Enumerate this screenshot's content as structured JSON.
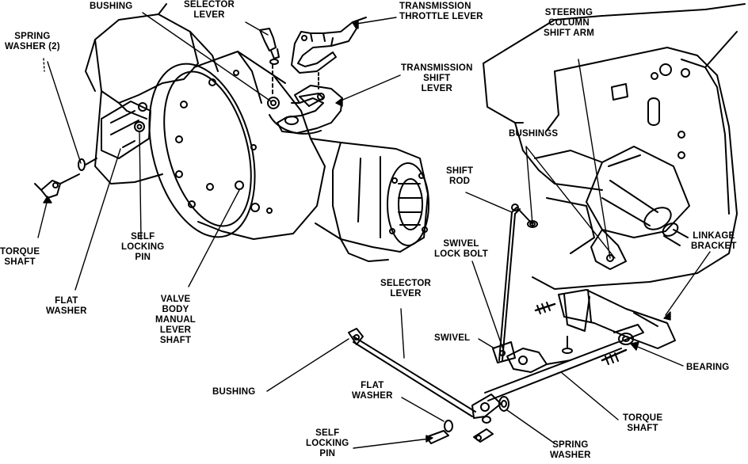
{
  "labels": {
    "bushing_top": "BUSHING",
    "selector_lever_top": "SELECTOR\nLEVER",
    "transmission_throttle_lever": "TRANSMISSION\nTHROTTLE LEVER",
    "steering_column_shift_arm": "STEERING\nCOLUMN\nSHIFT ARM",
    "spring_washer_left": "SPRING\nWASHER (2)",
    "transmission_shift_lever": "TRANSMISSION\nSHIFT\nLEVER",
    "bushings": "BUSHINGS",
    "shift_rod": "SHIFT\nROD",
    "torque_shaft_left": "TORQUE\nSHAFT",
    "self_locking_pin_mid": "SELF\nLOCKING\nPIN",
    "linkage_bracket": "LINKAGE\nBRACKET",
    "swivel_lock_bolt": "SWIVEL\nLOCK BOLT",
    "flat_washer_left": "FLAT\nWASHER",
    "valve_body_manual_lever_shaft": "VALVE\nBODY\nMANUAL\nLEVER\nSHAFT",
    "selector_lever_bottom": "SELECTOR\nLEVER",
    "swivel": "SWIVEL",
    "bearing": "BEARING",
    "bushing_bottom": "BUSHING",
    "flat_washer_bottom": "FLAT\nWASHER",
    "torque_shaft_right": "TORQUE\nSHAFT",
    "self_locking_pin_bottom": "SELF\nLOCKING\nPIN",
    "spring_washer_bottom": "SPRING\nWASHER"
  },
  "colors": {
    "ink": "#000000",
    "paper": "#ffffff"
  }
}
